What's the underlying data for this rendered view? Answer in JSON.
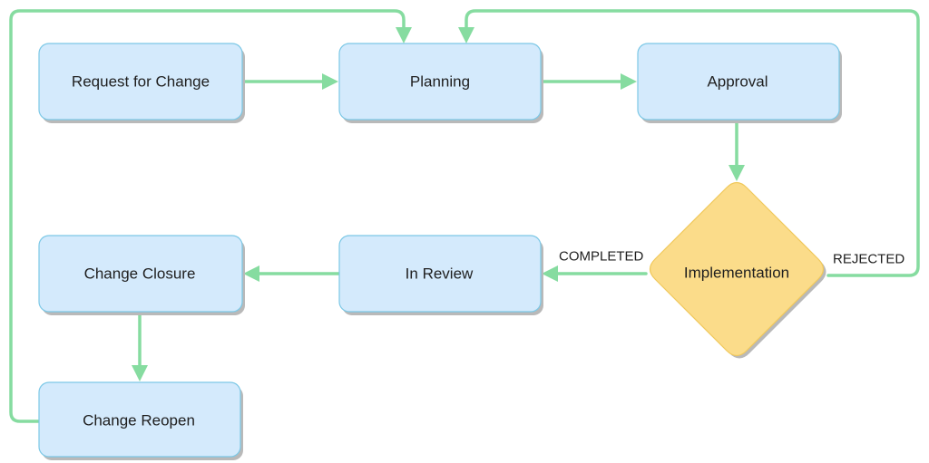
{
  "nodes": {
    "request": {
      "label": "Request for Change"
    },
    "planning": {
      "label": "Planning"
    },
    "approval": {
      "label": "Approval"
    },
    "implementation": {
      "label": "Implementation"
    },
    "review": {
      "label": "In Review"
    },
    "closure": {
      "label": "Change Closure"
    },
    "reopen": {
      "label": "Change Reopen"
    }
  },
  "edges": {
    "completed": {
      "label": "COMPLETED"
    },
    "rejected": {
      "label": "REJECTED"
    }
  },
  "colors": {
    "process_fill": "#d4eafc",
    "process_border": "#7cc8e6",
    "decision_fill": "#fbdc8a",
    "decision_border": "#f0c85a",
    "connector": "#86dca0"
  }
}
